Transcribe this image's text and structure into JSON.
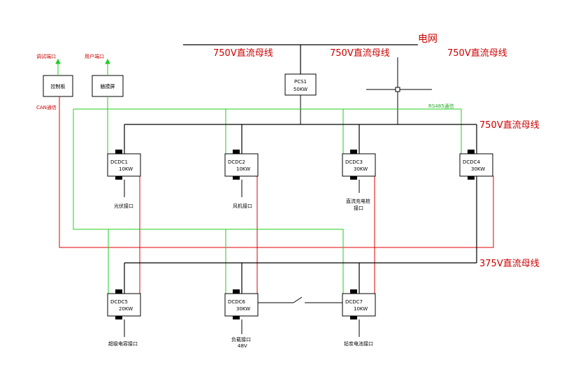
{
  "labels": {
    "grid": "电网",
    "bus750_a": "750V直流母线",
    "bus750_b": "750V直流母线",
    "bus750_c": "750V直流母线",
    "bus750_d": "750V直流母线",
    "bus375": "375V直流母线",
    "debug_port": "调试端口",
    "user_port": "用户端口",
    "can_comm": "CAN通信",
    "rs485_comm": "RS485通信",
    "control_board": "控制板",
    "touch_screen": "触摸屏"
  },
  "pcs": {
    "name": "PCS1",
    "rating": "50KW"
  },
  "dcdc_units": [
    {
      "name": "DCDC1",
      "rating": "10KW",
      "port": "光伏接口"
    },
    {
      "name": "DCDC2",
      "rating": "10KW",
      "port": "风机接口"
    },
    {
      "name": "DCDC3",
      "rating": "30KW",
      "port_line1": "直流充电桩",
      "port_line2": "接口"
    },
    {
      "name": "DCDC4",
      "rating": "30KW"
    },
    {
      "name": "DCDC5",
      "rating": "20KW",
      "port": "超级电容接口"
    },
    {
      "name": "DCDC6",
      "rating": "30KW",
      "port_line1": "负载接口",
      "port_line2": "48V"
    },
    {
      "name": "DCDC7",
      "rating": "10KW",
      "port": "铅炭电池接口"
    }
  ],
  "colors": {
    "red": "#e00000",
    "green": "#22cc22",
    "black": "#000000",
    "text_red": "#cc0000"
  }
}
